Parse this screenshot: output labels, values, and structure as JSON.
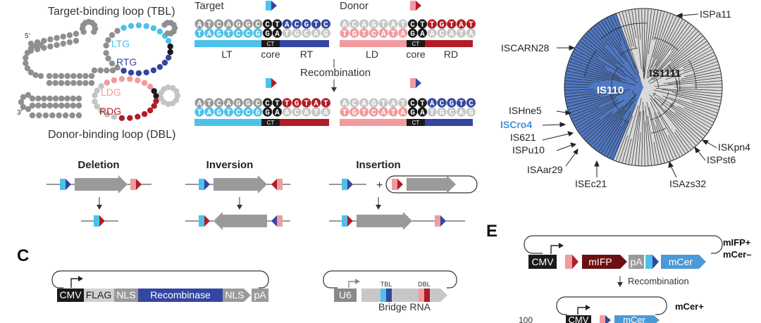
{
  "colors": {
    "light_blue": "#4cc2ea",
    "dark_blue": "#3346a1",
    "pink": "#f19b9f",
    "dark_red": "#b11d27",
    "gray": "#9a9a9a",
    "light_gray": "#c7c7c7",
    "black": "#1a1a1a",
    "tree_blue": "#5079c4",
    "tree_gray": "#d9d9d9",
    "iscro4_text": "#4a8fd6"
  },
  "panel_a": {
    "tbl_title": "Target-binding loop (TBL)",
    "dbl_title": "Donor-binding loop (DBL)",
    "five_prime": "5'",
    "three_prime": "3'",
    "ltg": "LTG",
    "rtg": "RTG",
    "ldg": "LDG",
    "rdg": "RDG"
  },
  "panel_b": {
    "target_label": "Target",
    "donor_label": "Donor",
    "recombination": "Recombination",
    "target_top_seq": "ATCAGGCCTACGTC",
    "target_bot_seq": "TAGTCCGGATGCAG",
    "donor_top_seq": "ACAGTATCTTGTAT",
    "donor_bot_seq": "TGTCATAGAACATA",
    "core": "CT",
    "lt": "LT",
    "core_label": "core",
    "rt": "RT",
    "ld": "LD",
    "core_label2": "core",
    "rd": "RD",
    "product1_top": "ATCAGGCCTTGTAT",
    "product1_bot": "TAGTCCGGAACATA",
    "product2_top": "ACAGTATCTACGTC",
    "product2_bot": "TGTCATAGATGCAG"
  },
  "panel_outcomes": {
    "deletion": "Deletion",
    "inversion": "Inversion",
    "insertion": "Insertion",
    "plus": "+"
  },
  "panel_tree": {
    "is1111": "IS1111",
    "is110": "IS110",
    "labels": {
      "ispa11": "ISPa11",
      "iscarn28": "ISCARN28",
      "ishne5": "ISHne5",
      "iscro4": "ISCro4",
      "is621": "IS621",
      "ispu10": "ISPu10",
      "isaar29": "ISAar29",
      "isec21": "ISEc21",
      "isazs32": "ISAzs32",
      "ispst6": "ISPst6",
      "iskpn4": "ISKpn4"
    }
  },
  "panel_c": {
    "letter": "C",
    "cmv": "CMV",
    "flag": "FLAG",
    "nls1": "NLS",
    "recombinase": "Recombinase",
    "nls2": "NLS",
    "pa": "pA",
    "u6": "U6",
    "tbl": "TBL",
    "dbl": "DBL",
    "bridge_rna": "Bridge RNA"
  },
  "panel_e": {
    "letter": "E",
    "cmv": "CMV",
    "mifp": "mIFP",
    "pa": "pA",
    "mcer": "mCer",
    "state1_line1": "mIFP+",
    "state1_line2": "mCer–",
    "recombination": "Recombination",
    "cmv2": "CMV",
    "mcer2": "mCer",
    "state2": "mCer+",
    "axis_tick": "100"
  }
}
